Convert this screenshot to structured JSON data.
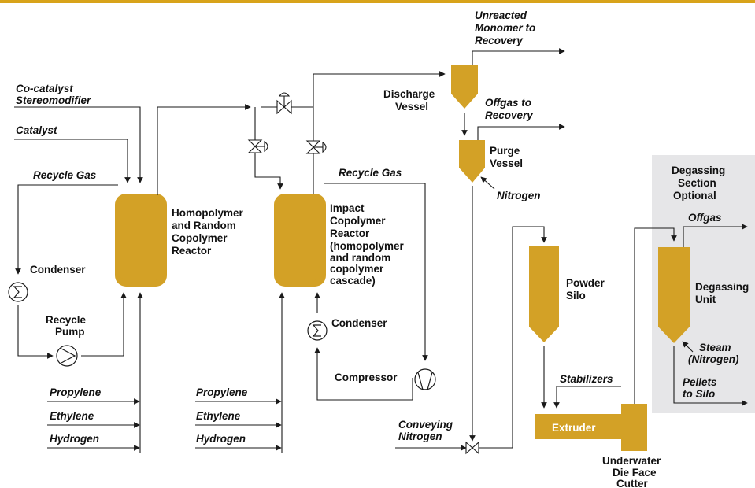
{
  "colors": {
    "accent": "#d3a126",
    "top_bar": "#d8a31a",
    "degassing_panel": "#e6e6e8",
    "line": "#1a1a1a"
  },
  "feeds": {
    "cocatalyst_1": "Co-catalyst",
    "cocatalyst_2": "Stereomodifier",
    "catalyst": "Catalyst",
    "recycle_gas_left": "Recycle Gas",
    "recycle_gas_right": "Recycle Gas",
    "propylene_left": "Propylene",
    "ethylene_left": "Ethylene",
    "hydrogen_left": "Hydrogen",
    "propylene_right": "Propylene",
    "ethylene_right": "Ethylene",
    "hydrogen_right": "Hydrogen",
    "conveying_nitrogen_1": "Conveying",
    "conveying_nitrogen_2": "Nitrogen",
    "nitrogen": "Nitrogen",
    "stabilizers": "Stabilizers",
    "steam_1": "Steam",
    "steam_2": "(Nitrogen)"
  },
  "equipment": {
    "condenser_left": "Condenser",
    "recycle_pump_1": "Recycle",
    "recycle_pump_2": "Pump",
    "homopolymer_1": "Homopolymer",
    "homopolymer_2": "and Random",
    "homopolymer_3": "Copolymer",
    "homopolymer_4": "Reactor",
    "impact_1": "Impact",
    "impact_2": "Copolymer",
    "impact_3": "Reactor",
    "impact_4": "(homopolymer",
    "impact_5": "and random",
    "impact_6": "copolymer",
    "impact_7": "cascade)",
    "condenser_right": "Condenser",
    "compressor": "Compressor",
    "discharge_1": "Discharge",
    "discharge_2": "Vessel",
    "purge_1": "Purge",
    "purge_2": "Vessel",
    "powder_silo_1": "Powder",
    "powder_silo_2": "Silo",
    "extruder": "Extruder",
    "cutter_1": "Underwater",
    "cutter_2": "Die Face",
    "cutter_3": "Cutter",
    "degassing_section_1": "Degassing",
    "degassing_section_2": "Section",
    "degassing_section_3": "Optional",
    "degassing_unit_1": "Degassing",
    "degassing_unit_2": "Unit"
  },
  "outputs": {
    "unreacted_1": "Unreacted",
    "unreacted_2": "Monomer to",
    "unreacted_3": "Recovery",
    "offgas_recovery_1": "Offgas to",
    "offgas_recovery_2": "Recovery",
    "offgas": "Offgas",
    "pellets_1": "Pellets",
    "pellets_2": "to Silo"
  }
}
